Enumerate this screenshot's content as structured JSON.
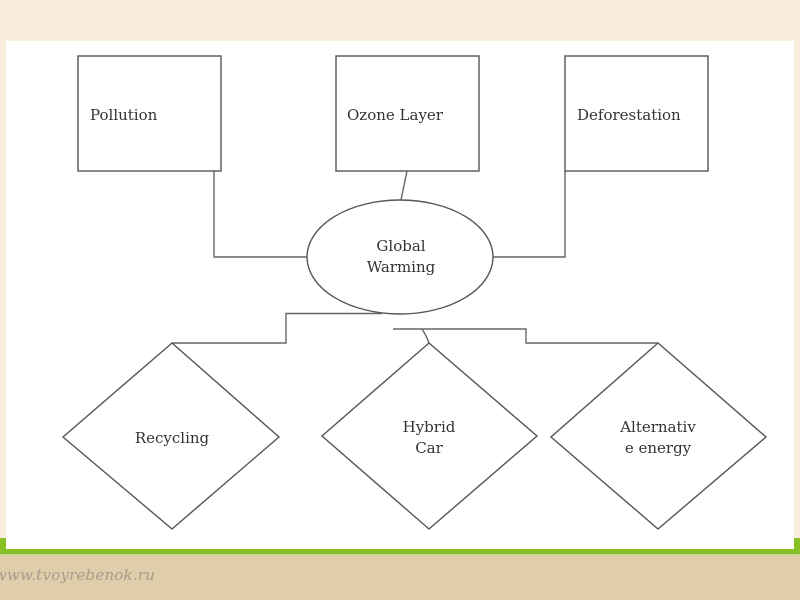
{
  "slide": {
    "background_color": "#f9eedb",
    "panel_color": "#ffffff",
    "accent_green": "#86bf26",
    "footer_color": "#dfcea9",
    "watermark": "www.tvoyrebenok.ru"
  },
  "diagram": {
    "center": {
      "shape": "ellipse",
      "lines": [
        "Global",
        "Warming"
      ]
    },
    "causes": [
      {
        "shape": "rectangle",
        "label": "Pollution"
      },
      {
        "shape": "rectangle",
        "label": "Ozone Layer"
      },
      {
        "shape": "rectangle",
        "label": "Deforestation"
      }
    ],
    "solutions": [
      {
        "shape": "diamond",
        "lines": [
          "Recycling"
        ]
      },
      {
        "shape": "diamond",
        "lines": [
          "Hybrid",
          "Car"
        ]
      },
      {
        "shape": "diamond",
        "lines": [
          "Alternativ",
          "e energy"
        ]
      }
    ],
    "edges": [
      {
        "from": "Pollution",
        "to": "Global Warming"
      },
      {
        "from": "Ozone Layer",
        "to": "Global Warming"
      },
      {
        "from": "Deforestation",
        "to": "Global Warming"
      },
      {
        "from": "Global Warming",
        "to": "Recycling"
      },
      {
        "from": "Global Warming",
        "to": "Hybrid Car"
      },
      {
        "from": "Global Warming",
        "to": "Alternative energy"
      }
    ]
  }
}
